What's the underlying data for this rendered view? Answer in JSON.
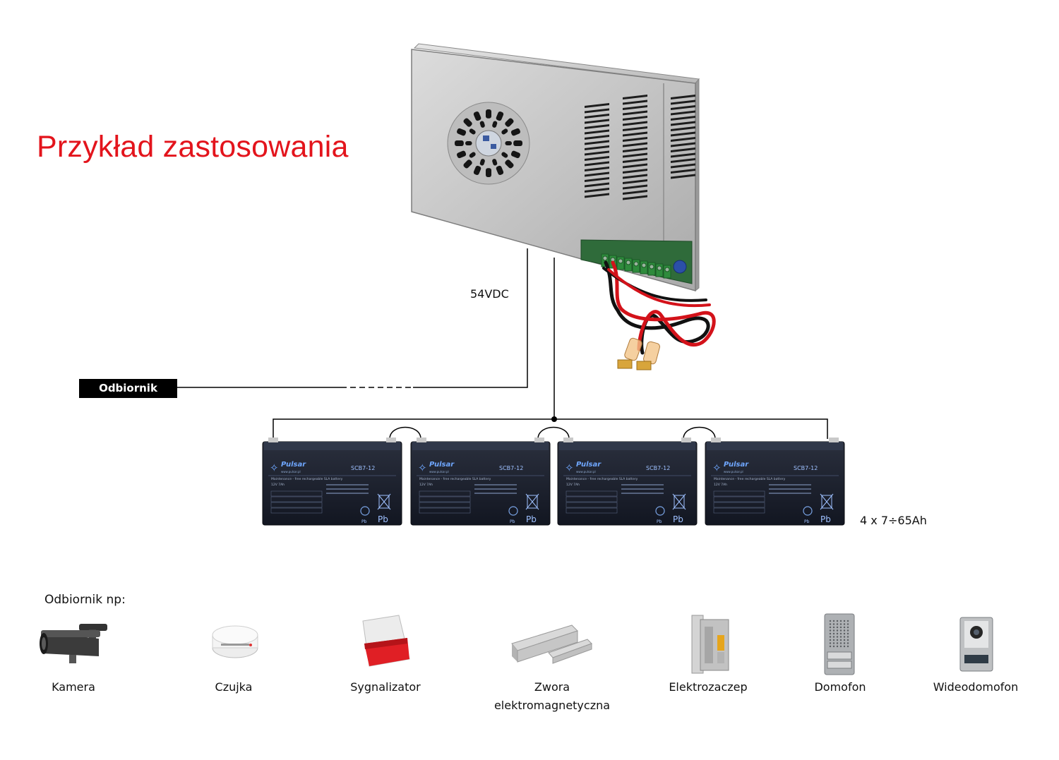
{
  "title": "Przykład zastosowania",
  "voltage_label": "54VDC",
  "receiver_label": "Odbiornik",
  "battery_capacity_label": "4 x 7÷65Ah",
  "battery": {
    "brand": "Pulsar",
    "model": "SCB7-12",
    "website": "www.pulsar.pl",
    "description": "Maintenance - free rechargeable SLA battery",
    "rating": "12V  7Ah",
    "recycle_mark": "Pb"
  },
  "examples_heading": "Odbiornik np:",
  "devices": [
    {
      "label": "Kamera",
      "icon": "camera-icon"
    },
    {
      "label": "Czujka",
      "icon": "smoke-detector-icon"
    },
    {
      "label": "Sygnalizator",
      "icon": "siren-icon"
    },
    {
      "label": "Zwora elektromagnetyczna",
      "icon": "magnetic-lock-icon"
    },
    {
      "label": "Elektrozaczep",
      "icon": "electric-strike-icon"
    },
    {
      "label": "Domofon",
      "icon": "intercom-icon"
    },
    {
      "label": "Wideodomofon",
      "icon": "video-intercom-icon"
    }
  ],
  "colors": {
    "title": "#e3141c",
    "wire_red": "#d3121a",
    "wire_black": "#111111",
    "enclosure": "#c9c9c9",
    "battery_body": "#1a1f2c",
    "terminal_green": "#2e8b3c"
  }
}
